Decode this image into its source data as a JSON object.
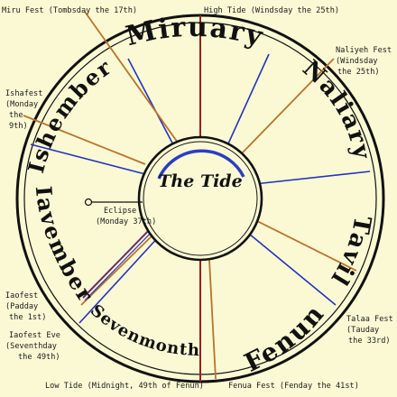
{
  "center_title": "The Tide",
  "months": [
    "Miruary",
    "Naliary",
    "Tavil",
    "Fenun",
    "Sevenmonth",
    "Iavember",
    "Ishember"
  ],
  "annotations": {
    "miru_fest": "Miru Fest (Tombsday the 17th)",
    "high_tide": "High Tide (Windsday the 25th)",
    "naliyeh_fest": [
      "Naliyeh Fest",
      "(Windsday",
      "the 25th)"
    ],
    "ishafest": [
      "Ishafest",
      "(Monday",
      "the",
      "9th)"
    ],
    "eclipse": [
      "Eclipse",
      "(Monday 37th)"
    ],
    "iaofest": [
      "Iaofest",
      "(Padday",
      "the 1st)"
    ],
    "iaofest_eve": [
      "Iaofest Eve",
      "(Seventhday",
      "the 49th)"
    ],
    "talaa_fest": [
      "Talaa Fest",
      "(Tauday",
      "the 33rd)"
    ],
    "low_tide": "Low Tide (Midnight, 49th of Fenun)",
    "fenua_fest": "Fenua Fest (Fenday the 41st)"
  },
  "colors": {
    "background": "#fbf9d4",
    "ring": "#111111",
    "blue_spoke": "#2233bb",
    "orange_spoke": "#b9732b",
    "red_spoke": "#9a1f1f",
    "tide_arc": "#2a3ec4"
  }
}
